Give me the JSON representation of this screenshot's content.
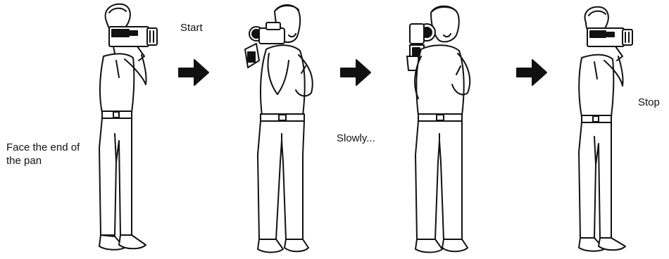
{
  "captions": {
    "face_end": "Face the end of the pan",
    "start": "Start",
    "slowly": "Slowly...",
    "stop": "Stop"
  },
  "colors": {
    "ink": "#111111",
    "background": "#ffffff"
  },
  "figures": [
    {
      "pose": "facing-right-camera-at-eye"
    },
    {
      "pose": "facing-front-left-camera-at-eye"
    },
    {
      "pose": "facing-front-camera-at-eye"
    },
    {
      "pose": "facing-right-camera-at-eye"
    }
  ],
  "arrows": [
    {
      "icon": "arrow-right-icon"
    },
    {
      "icon": "arrow-right-icon"
    },
    {
      "icon": "arrow-right-icon"
    }
  ]
}
